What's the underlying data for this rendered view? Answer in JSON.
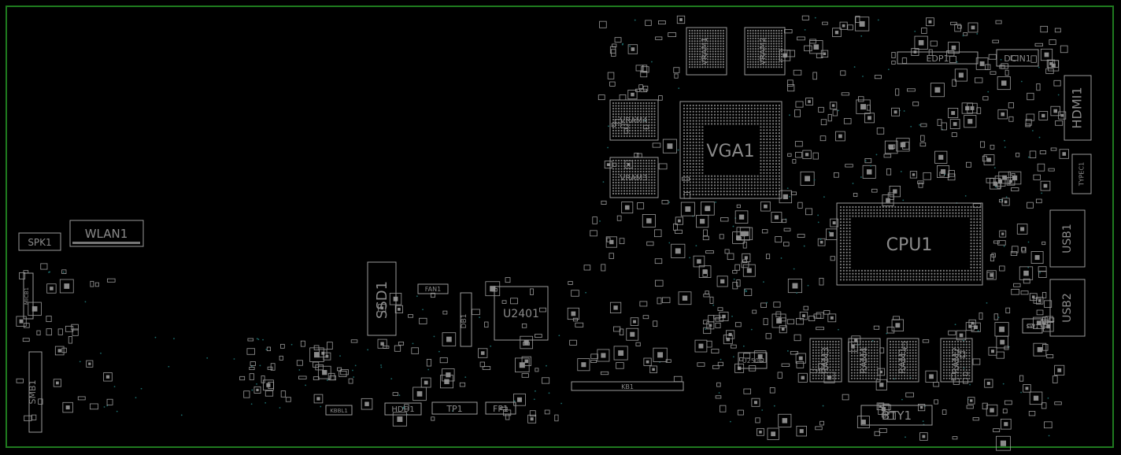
{
  "colors": {
    "background": "#000000",
    "outline": "#1f7a1f",
    "silkscreen": "#9a9a9a",
    "label": "#8a8a8a",
    "via": "#1c6c6c"
  },
  "components": {
    "spk1": "SPK1",
    "wlan1": "WLAN1",
    "micb": "MICB1",
    "smb1": "SMB1",
    "ssd1": "SSD1",
    "fan1": "FAN1",
    "db1": "DB1",
    "u2401": "U2401",
    "kbbl1": "KBBL1",
    "hdd1": "HDD1",
    "tp1": "TP1",
    "fp1": "FP1",
    "kb1": "KB1",
    "vram1": "VRAM1",
    "vram2": "VRAM2",
    "vram3": "VRAM3",
    "vram4": "VRAM4",
    "vga1": "VGA1",
    "edp1": "EDP1",
    "dcin1": "DCIN1",
    "hdmi1": "HDMI1",
    "typec1": "TYPEC1",
    "usb1": "USB1",
    "usb2": "USB2",
    "sw1": "SW1",
    "cpu1": "CPU1",
    "u2506": "U2506",
    "ram1": "RAM1",
    "ram2": "RAM2",
    "ram3": "RAM3",
    "ram4": "RAM4",
    "bty1": "BTY1"
  }
}
